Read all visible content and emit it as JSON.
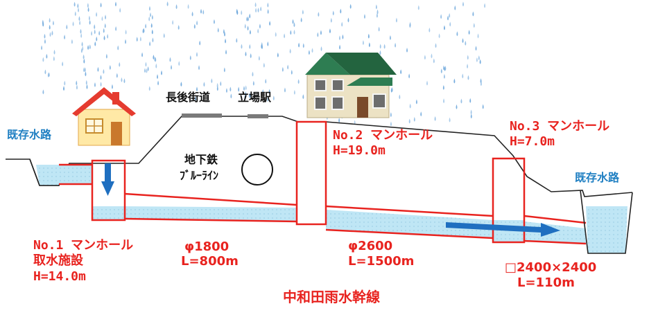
{
  "existing_channel_left": "既存水路",
  "existing_channel_right": "既存水路",
  "road": "長後街道",
  "station": "立場駅",
  "subway": {
    "line1": "地下鉄",
    "line2": "ﾌﾞﾙｰﾗｲﾝ"
  },
  "manhole1": {
    "name": "No.1 マンホール",
    "facility": "取水施設",
    "depth": "H=14.0m"
  },
  "manhole2": {
    "name": "No.2 マンホール",
    "depth": "H=19.0m"
  },
  "manhole3": {
    "name": "No.3 マンホール",
    "depth": "H=7.0m"
  },
  "pipe1": {
    "size": "φ1800",
    "length": "L=800m"
  },
  "pipe2": {
    "size": "φ2600",
    "length": "L=1500m"
  },
  "pipe3": {
    "size": "□2400×2400",
    "length": "L=110m"
  },
  "title": "中和田雨水幹線",
  "colors": {
    "structure": "#e8231f",
    "water": "#bfe6f5",
    "arrow": "#1f6fc0",
    "rain": "#6fa8dc"
  }
}
